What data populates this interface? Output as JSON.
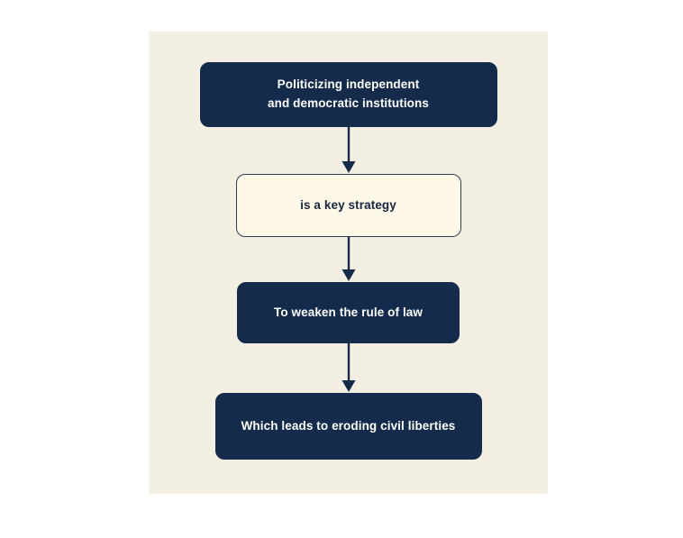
{
  "diagram": {
    "type": "flowchart",
    "orientation": "vertical-top-down",
    "background_color": "#ffffff",
    "panel_color": "#f3efe3",
    "accent_color": "#142b4c",
    "outlined_fill_color": "#fdf8e8",
    "nodes": [
      {
        "id": "node-0",
        "text": "Politicizing independent\nand democratic institutions",
        "style": "filled",
        "text_color": "#ffffff",
        "fill": "#142b4c"
      },
      {
        "id": "node-1",
        "text": "is a key strategy",
        "style": "outlined",
        "text_color": "#17263f",
        "fill": "#fdf8e8",
        "border": "#2e3d55"
      },
      {
        "id": "node-2",
        "text": "To weaken the rule of law",
        "style": "filled",
        "text_color": "#ffffff",
        "fill": "#142b4c"
      },
      {
        "id": "node-3",
        "text": "Which leads to eroding civil liberties",
        "style": "filled",
        "text_color": "#ffffff",
        "fill": "#142b4c"
      }
    ],
    "connectors": [
      {
        "id": "conn-0",
        "from": "node-0",
        "to": "node-1",
        "arrow": "down"
      },
      {
        "id": "conn-1",
        "from": "node-1",
        "to": "node-2",
        "arrow": "down"
      },
      {
        "id": "conn-2",
        "from": "node-2",
        "to": "node-3",
        "arrow": "down"
      }
    ]
  }
}
